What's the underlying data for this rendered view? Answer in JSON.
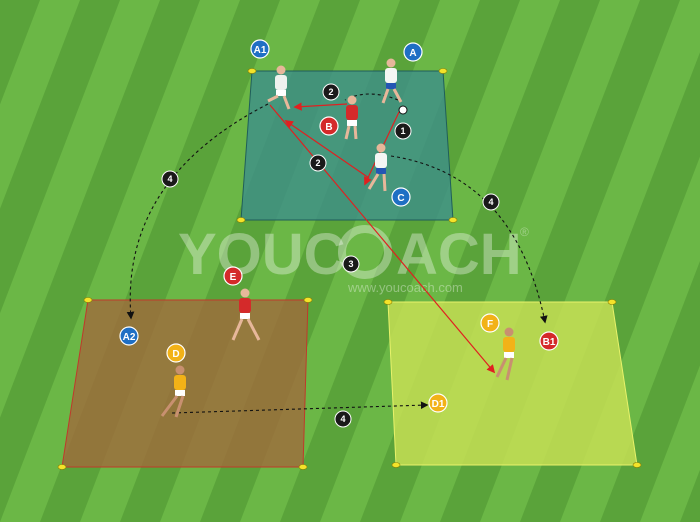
{
  "watermark": {
    "brand": "YouCoach",
    "brand_left": "YOUC",
    "brand_right": "ACH",
    "registered": "®",
    "url": "www.youcoach.com"
  },
  "colors": {
    "pitch_stripe_a": "#5aa33a",
    "pitch_stripe_b": "#6bb746",
    "zone_top": "#3d8f8a",
    "zone_left": "#a06a3c",
    "zone_right": "#c5df55",
    "marker_blue": "#1f6fc4",
    "marker_red": "#d42a2a",
    "marker_yellow": "#f2b217",
    "step_black": "#1a1a1a",
    "pass_red": "#e02020",
    "run_dash": "#111111"
  },
  "players": {
    "A1": "A1",
    "A": "A",
    "B": "B",
    "C": "C",
    "E": "E",
    "A2": "A2",
    "D": "D",
    "F": "F",
    "B1": "B1",
    "D1": "D1"
  },
  "steps": {
    "s1": "1",
    "s2a": "2",
    "s2b": "2",
    "s3": "3",
    "s4a": "4",
    "s4b": "4",
    "s4c": "4"
  }
}
